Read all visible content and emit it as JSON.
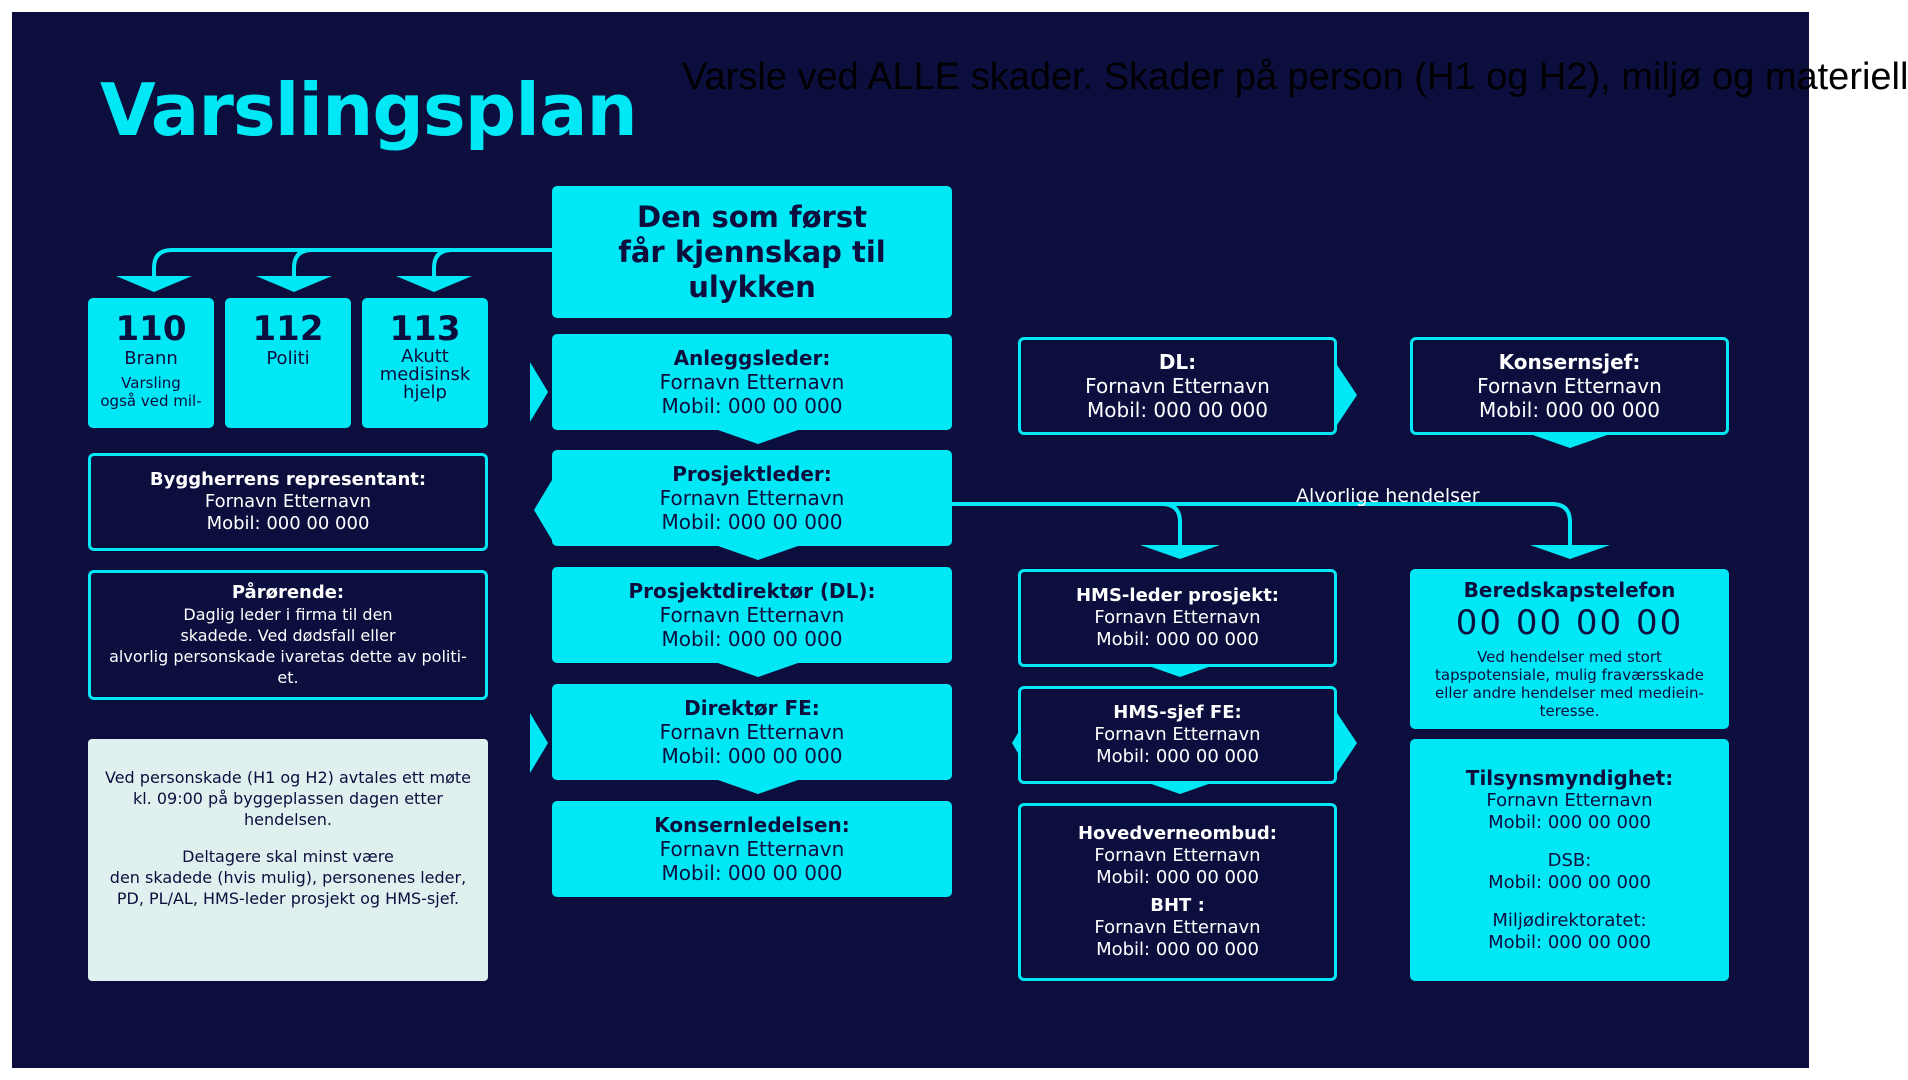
{
  "title": "Varslingsplan",
  "overlay_text": "Varsle ved ALLE skader. Skader på person (H1 og H2), miljø og materiell",
  "colors": {
    "background": "#0c0e3e",
    "accent": "#00e8f5",
    "note_bg": "#dff0ee",
    "text_dark": "#0c0e3e",
    "text_light": "#ffffff"
  },
  "start": {
    "text": "Den som først\nfår kjennskap til\nulykken"
  },
  "emergency": [
    {
      "number": "110",
      "label": "Brann",
      "note": "Varsling\nogså ved mil-"
    },
    {
      "number": "112",
      "label": "Politi"
    },
    {
      "number": "113",
      "label": "Akutt\nmedisinsk\nhjelp"
    }
  ],
  "chain": [
    {
      "role": "Anleggsleder:",
      "name": "Fornavn Etternavn",
      "phone": "Mobil: 000 00 000"
    },
    {
      "role": "Prosjektleder:",
      "name": "Fornavn Etternavn",
      "phone": "Mobil: 000 00 000"
    },
    {
      "role": "Prosjektdirektør (DL):",
      "name": "Fornavn Etternavn",
      "phone": "Mobil: 000 00 000"
    },
    {
      "role": "Direktør FE:",
      "name": "Fornavn Etternavn",
      "phone": "Mobil: 000 00 000"
    },
    {
      "role": "Konsernledelsen:",
      "name": "Fornavn Etternavn",
      "phone": "Mobil: 000 00 000"
    }
  ],
  "left": {
    "byggherre": {
      "role": "Byggherrens representant:",
      "name": "Fornavn Etternavn",
      "phone": "Mobil: 000 00 000"
    },
    "parorende": {
      "role": "Pårørende:",
      "text": "Daglig leder i firma til den\nskadede. Ved dødsfall eller\nalvorlig personskade ivaretas dette av politi-\net."
    },
    "note": {
      "p1": "Ved personskade (H1 og H2) avtales ett møte\nkl. 09:00 på byggeplassen dagen etter\nhendelsen.",
      "p2": "Deltagere skal minst være\nden skadede (hvis mulig), personenes leder,\nPD, PL/AL, HMS-leder prosjekt og HMS-sjef."
    }
  },
  "dl": {
    "role": "DL:",
    "name": "Fornavn Etternavn",
    "phone": "Mobil: 000 00 000"
  },
  "konsernsjef": {
    "role": "Konsernsjef:",
    "name": "Fornavn Etternavn",
    "phone": "Mobil: 000 00 000"
  },
  "serious_label": "Alvorlige hendelser",
  "hms_leder": {
    "role": "HMS-leder prosjekt:",
    "name": "Fornavn Etternavn",
    "phone": "Mobil: 000 00 000"
  },
  "hms_sjef": {
    "role": "HMS-sjef FE:",
    "name": "Fornavn Etternavn",
    "phone": "Mobil: 000 00 000"
  },
  "hovedverneombud": {
    "role": "Hovedverneombud:",
    "name": "Fornavn Etternavn",
    "phone": "Mobil: 000 00 000",
    "bht_role": "BHT :",
    "bht_name": "Fornavn Etternavn",
    "bht_phone": "Mobil: 000 00 000"
  },
  "beredskap": {
    "title": "Beredskapstelefon",
    "number": "00 00 00 00",
    "text": "Ved hendelser med stort\ntapspotensiale, mulig fraværsskade\neller andre hendelser med mediein-\nteresse."
  },
  "tilsyn": {
    "role": "Tilsynsmyndighet:",
    "name": "Fornavn Etternavn",
    "phone": "Mobil: 000 00 000",
    "dsb_role": "DSB:",
    "dsb_phone": "Mobil: 000 00 000",
    "miljo_role": "Miljødirektoratet:",
    "miljo_phone": "Mobil: 000 00 000"
  }
}
